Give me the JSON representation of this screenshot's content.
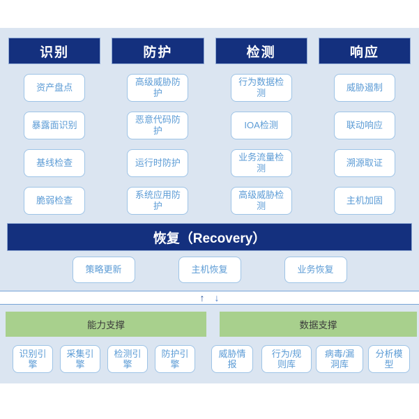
{
  "framework": {
    "columns": [
      {
        "header": "识别",
        "items": [
          "资产盘点",
          "暴露面识别",
          "基线检查",
          "脆弱检查"
        ]
      },
      {
        "header": "防护",
        "items": [
          "高级威胁防护",
          "恶意代码防护",
          "运行时防护",
          "系统应用防护"
        ]
      },
      {
        "header": "检测",
        "items": [
          "行为数据检测",
          "IOA检测",
          "业务流量检测",
          "高级威胁检测"
        ]
      },
      {
        "header": "响应",
        "items": [
          "威胁遏制",
          "联动响应",
          "溯源取证",
          "主机加固"
        ]
      }
    ],
    "recovery": {
      "header": "恢复（Recovery）",
      "items": [
        "策略更新",
        "主机恢复",
        "业务恢复"
      ]
    },
    "arrows": {
      "up": "↑",
      "down": "↓"
    },
    "support": {
      "capability": {
        "header": "能力支撑",
        "items": [
          "识别引擎",
          "采集引擎",
          "检测引擎",
          "防护引擎"
        ]
      },
      "data": {
        "header": "数据支撑",
        "items": [
          "威胁情报",
          "行为/规则库",
          "病毒/漏洞库",
          "分析模型"
        ]
      }
    }
  },
  "colors": {
    "header_bg": "#14307e",
    "panel_bg": "#dbe5f1",
    "box_border": "#9dc3e6",
    "box_text": "#5b9bd5",
    "support_header_bg": "#a8d08d",
    "band_line": "#76a3d6",
    "arrow_up": "#1f4e9b",
    "arrow_down": "#4a7cc9"
  }
}
